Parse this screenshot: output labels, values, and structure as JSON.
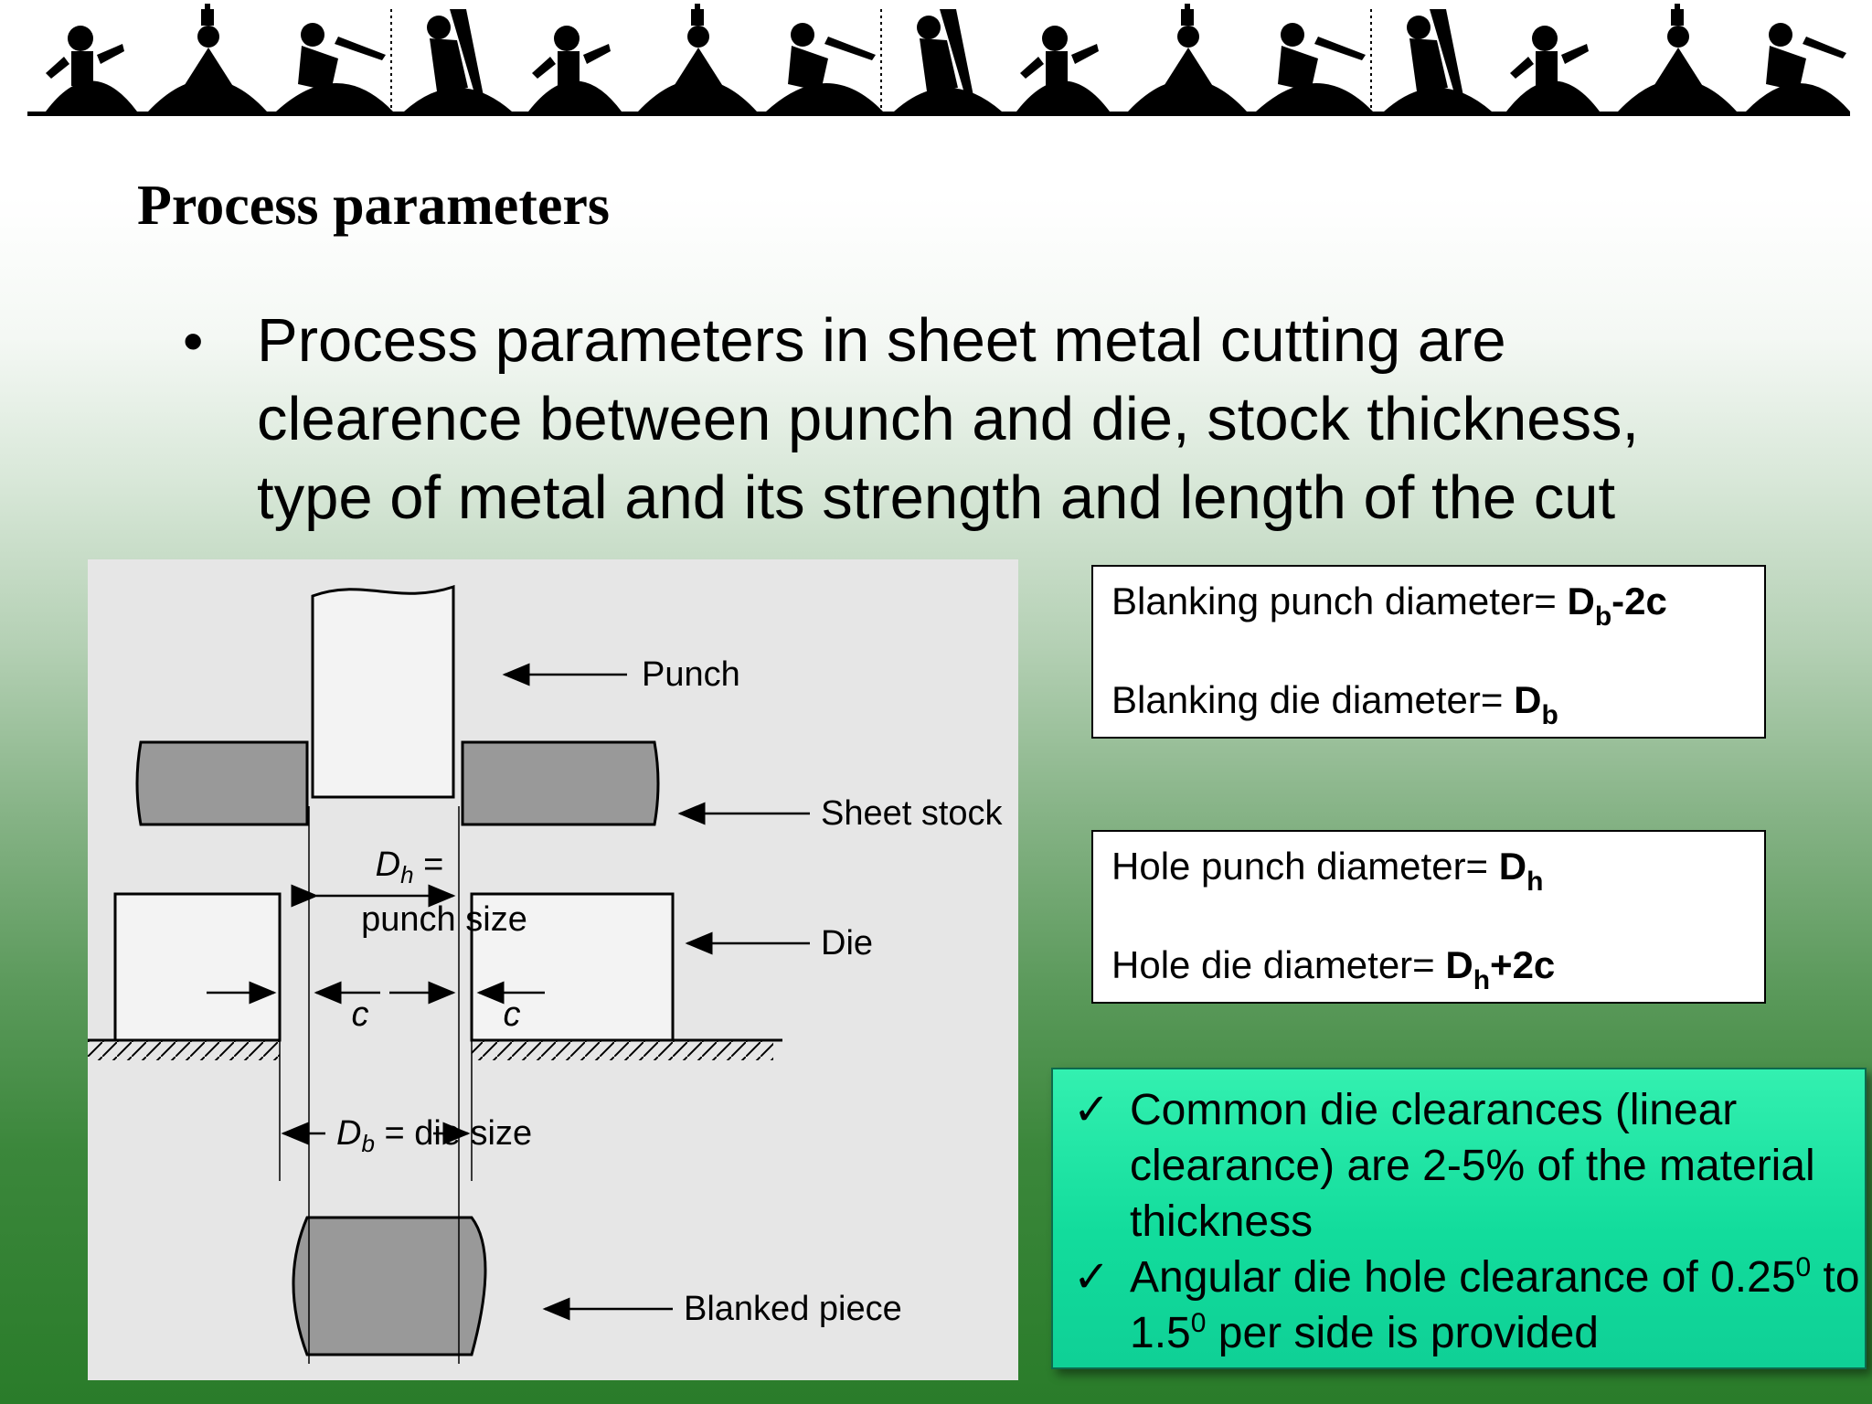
{
  "slide": {
    "title": "Process parameters",
    "bullet_symbol": "•",
    "bullet_text": "Process parameters in sheet metal cutting are clearence between punch and die, stock thickness, type of metal and its strength and length of the cut"
  },
  "figure": {
    "punch_label": "Punch",
    "sheet_label": "Sheet stock",
    "die_label": "Die",
    "blank_label": "Blanked piece",
    "dh_symbol": "D",
    "dh_sub": "h",
    "dh_eq": " =",
    "punch_size": "punch size",
    "clearance": "c",
    "db_symbol": "D",
    "db_sub": "b",
    "die_size": " = die size"
  },
  "formulas": {
    "blanking_punch_label": "Blanking punch diameter= ",
    "blanking_punch_var": "D",
    "blanking_punch_sub": "b",
    "blanking_punch_suffix": "-2c",
    "blanking_die_label": "Blanking die diameter= ",
    "blanking_die_var": "D",
    "blanking_die_sub": "b",
    "hole_punch_label": "Hole punch diameter= ",
    "hole_punch_var": "D",
    "hole_punch_sub": "h",
    "hole_die_label": "Hole die diameter= ",
    "hole_die_var": "D",
    "hole_die_sub": "h",
    "hole_die_suffix": "+2c"
  },
  "note": {
    "check_symbol": "✓",
    "item1": "Common die clearances (linear clearance) are 2-5% of the material thickness",
    "item2_a": "Angular die hole clearance of 0.25",
    "item2_sup1": "0",
    "item2_b": " to 1.5",
    "item2_sup2": "0",
    "item2_c": " per side is provided"
  }
}
